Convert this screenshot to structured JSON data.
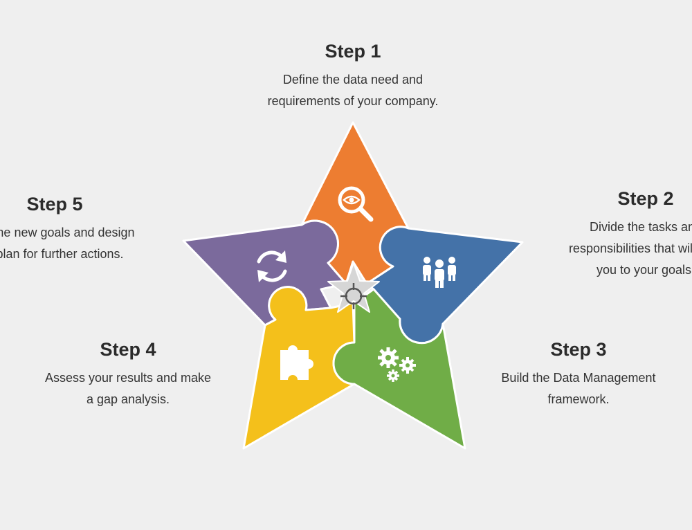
{
  "steps": [
    {
      "title": "Step 1",
      "lines": [
        "Define the data need and",
        "requirements of your company."
      ],
      "color": "#ED7D31",
      "icon": "magnifier-eye-icon"
    },
    {
      "title": "Step 2",
      "lines": [
        "Divide the tasks and",
        "responsibilities that will lead",
        "you to your goals."
      ],
      "color": "#4472A8",
      "icon": "people-group-icon"
    },
    {
      "title": "Step 3",
      "lines": [
        "Build the Data Management",
        "framework."
      ],
      "color": "#70AD47",
      "icon": "gears-icon"
    },
    {
      "title": "Step 4",
      "lines": [
        "Assess your results and make",
        "a gap analysis."
      ],
      "color": "#F4C01B",
      "icon": "puzzle-piece-icon"
    },
    {
      "title": "Step 5",
      "lines": [
        "Define new goals and design",
        "a plan for further actions."
      ],
      "color": "#7B6A9C",
      "icon": "refresh-cycle-icon"
    }
  ],
  "center": {
    "icon": "crosshair-target-icon",
    "color": "#d6d6d6"
  }
}
